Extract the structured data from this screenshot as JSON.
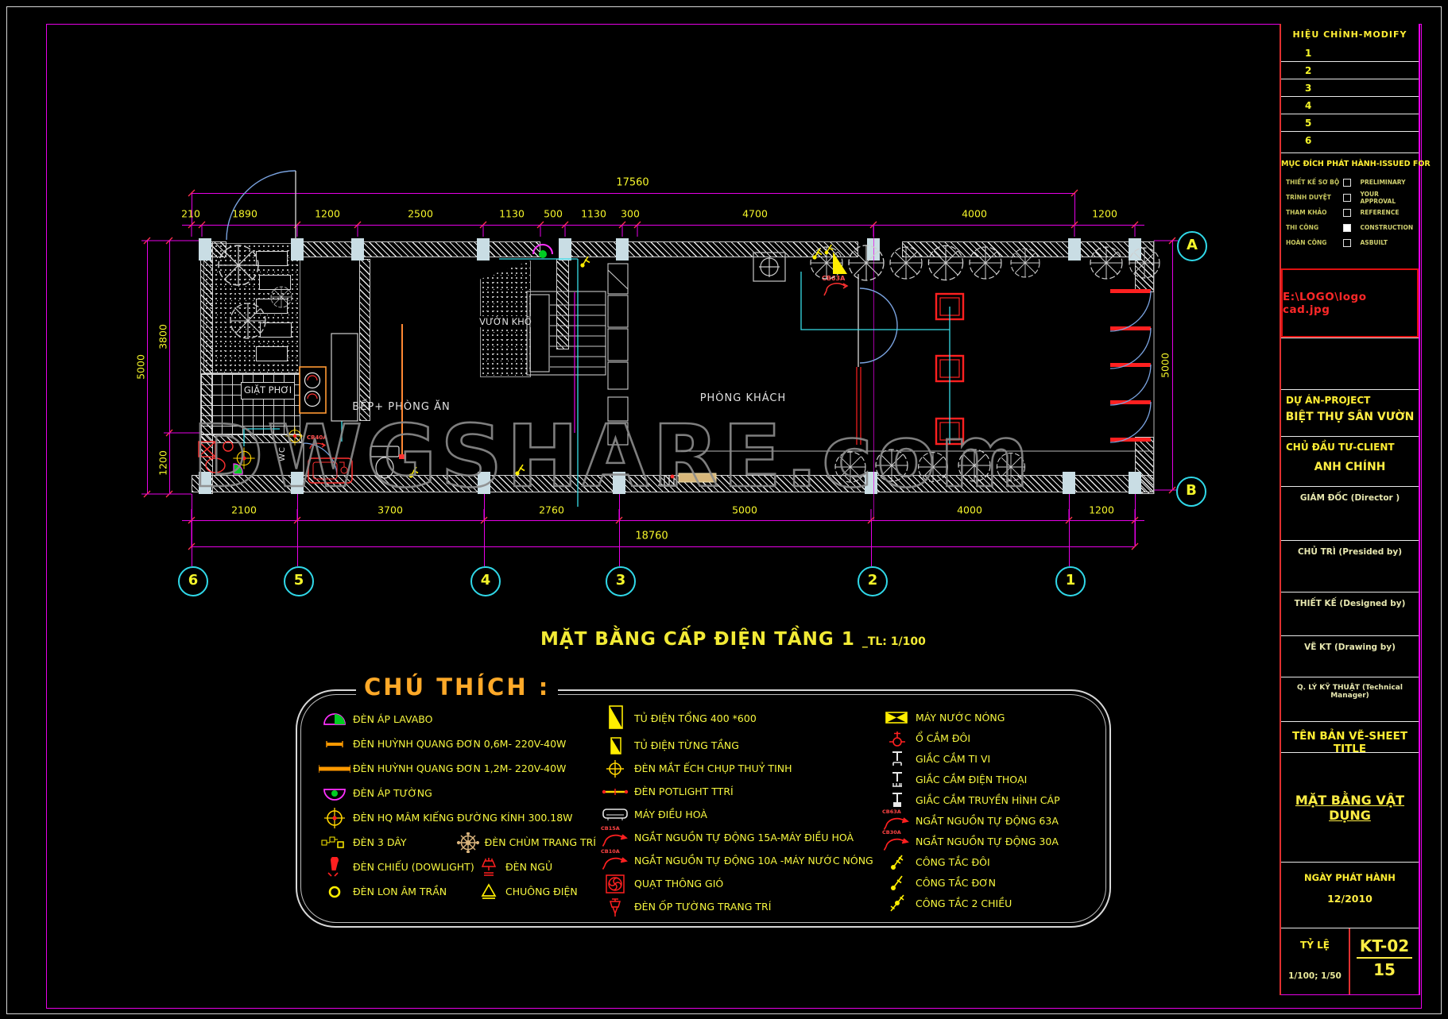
{
  "colors": {
    "dim_magenta": "#e800e8",
    "text_yellow": "#f5f52a",
    "legend_yellow": "#f7f73f",
    "legend_header_orange": "#ffa928",
    "bubble_cyan": "#30d8e8",
    "cad_red": "#ff2020",
    "wall_white": "#e8e8e8",
    "wire_cyan": "#38dce8",
    "lamp_green": "#00cc22",
    "wood_tan": "#d8b77a",
    "watermark_gray": "#8c8c8c",
    "title_block_red": "#e03030"
  },
  "watermark": "DWGSHARE.com",
  "drawing_title": {
    "text": "MẶT BẰNG CẤP ĐIỆN TẦNG 1",
    "scale_note": "_TL: 1/100"
  },
  "plan": {
    "rooms": {
      "laundry": "GIẶT PHƠI",
      "kitchen": "BẾP+ PHÒNG ĂN",
      "dry_garden": "VƯỜN KHÔ",
      "living_room": "PHÒNG KHÁCH",
      "wc": "WC"
    },
    "dims": {
      "top_total": "17560",
      "top": [
        "210",
        "1890",
        "1200",
        "2500",
        "1130",
        "500",
        "1130",
        "300",
        "4700",
        "4000",
        "1200"
      ],
      "bottom": [
        "2100",
        "3700",
        "2760",
        "5000",
        "4000",
        "1200"
      ],
      "bottom_total": "18760",
      "left_overall": "5000",
      "left_upper": "3800",
      "left_lower": "1200",
      "right_overall": "5000"
    },
    "grid": {
      "cols": [
        "6",
        "5",
        "4",
        "3",
        "2",
        "1"
      ],
      "rows": [
        "A",
        "B"
      ]
    },
    "annotations": {
      "breaker_main": "CB63A",
      "breaker_wc": "CB40A"
    }
  },
  "legend": {
    "header": "CHÚ THÍCH :",
    "col1": [
      {
        "icon": "lavabo-light-icon",
        "label": "ĐÈN ÁP LAVABO"
      },
      {
        "icon": "fluorescent-short-icon",
        "label": "ĐÈN HUỲNH QUANG ĐƠN 0,6M- 220V-40W"
      },
      {
        "icon": "fluorescent-long-icon",
        "label": "ĐÈN HUỲNH QUANG ĐƠN 1,2M- 220V-40W"
      },
      {
        "icon": "wall-press-light-icon",
        "label": "ĐÈN ÁP TƯỜNG"
      },
      {
        "icon": "mirror-dome-light-icon",
        "label": "ĐÈN HQ MÂM KIẾNG ĐƯỜNG KÍNH 300.18W"
      },
      {
        "icon": "three-wire-light-icon",
        "label": "ĐÈN 3 DÂY",
        "icon2": "chandelier-icon",
        "label2": "ĐÈN CHÙM TRANG TRÍ"
      },
      {
        "icon": "downlight-icon",
        "label": "ĐÈN CHIẾU (DOWLIGHT)",
        "icon2": "bed-lamp-icon",
        "label2": "ĐÈN NGỦ"
      },
      {
        "icon": "recessed-can-light-icon",
        "label": "ĐÈN LON ÂM TRẦN",
        "icon2": "door-bell-icon",
        "label2": "CHUÔNG ĐIỆN"
      }
    ],
    "col2": [
      {
        "icon": "main-panel-icon",
        "label": "TỦ ĐIỆN TỔNG 400 *600"
      },
      {
        "icon": "floor-panel-icon",
        "label": "TỦ ĐIỆN TỪNG TẦNG"
      },
      {
        "icon": "frog-eye-light-icon",
        "label": "ĐÈN MẮT ẾCH CHỤP THUỶ TINH"
      },
      {
        "icon": "potlight-icon",
        "label": "ĐÈN POTLIGHT TTRÍ"
      },
      {
        "icon": "air-conditioner-icon",
        "label": "MÁY ĐIỀU HOÀ"
      },
      {
        "icon": "breaker-icon",
        "tag": "CB15A",
        "label": "NGẮT NGUỒN TỰ ĐỘNG 15A-MÁY ĐIỀU HOÀ"
      },
      {
        "icon": "breaker-icon",
        "tag": "CB10A",
        "label": "NGẮT NGUỒN TỰ ĐỘNG 10A -MÁY NƯỚC NÓNG"
      },
      {
        "icon": "exhaust-fan-icon",
        "label": "QUẠT THÔNG GIÓ"
      },
      {
        "icon": "wall-sconce-icon",
        "label": "ĐÈN ỐP TƯỜNG TRANG TRÍ"
      }
    ],
    "col3": [
      {
        "icon": "water-heater-icon",
        "label": "MÁY NƯỚC NÓNG"
      },
      {
        "icon": "double-socket-icon",
        "label": "Ổ CẮM ĐÔI"
      },
      {
        "icon": "tv-jack-icon",
        "label": "GIẮC CẮM TI VI"
      },
      {
        "icon": "phone-jack-icon",
        "label": "GIẮC CẮM ĐIỆN THOẠI"
      },
      {
        "icon": "cable-tv-jack-icon",
        "label": "GIẮC CẮM TRUYỀN HÌNH CÁP"
      },
      {
        "icon": "breaker-icon",
        "tag": "CB63A",
        "label": "NGẮT NGUỒN TỰ ĐỘNG 63A"
      },
      {
        "icon": "breaker-icon",
        "tag": "CB30A",
        "label": "NGẮT NGUỒN TỰ ĐỘNG 30A"
      },
      {
        "icon": "double-switch-icon",
        "label": "CÔNG TẮC ĐÔI"
      },
      {
        "icon": "single-switch-icon",
        "label": "CÔNG TẮC ĐƠN"
      },
      {
        "icon": "two-way-switch-icon",
        "label": "CÔNG TẮC 2 CHIỀU"
      }
    ]
  },
  "title_block": {
    "modify_header": "HIỆU CHỈNH-MODIFY",
    "modify_rows": [
      "1",
      "2",
      "3",
      "4",
      "5",
      "6"
    ],
    "issued_header": "MỤC ĐÍCH PHÁT HÀNH-ISSUED FOR",
    "issued_rows": [
      {
        "vi": "THIẾT KẾ SƠ BỘ",
        "en": "PRELIMINARY",
        "checked": false
      },
      {
        "vi": "TRÌNH DUYỆT",
        "en": "YOUR APPROVAL",
        "checked": false
      },
      {
        "vi": "THAM KHẢO",
        "en": "REFERENCE",
        "checked": false
      },
      {
        "vi": "THI CÔNG",
        "en": "CONSTRUCTION",
        "checked": true
      },
      {
        "vi": "HOÀN CÔNG",
        "en": "ASBUILT",
        "checked": false
      }
    ],
    "logo_path": "E:\\LOGO\\logo cad.jpg",
    "project_label": "DỰ ÁN-PROJECT",
    "project_value": "BIỆT THỰ SÂN VƯỜN",
    "client_label": "CHỦ ĐẦU TƯ-CLIENT",
    "client_value": "ANH CHÍNH",
    "signers": [
      "GIÁM ĐỐC  (Director )",
      "CHỦ TRÌ (Presided by)",
      "THIẾT KẾ (Designed by)",
      "VẼ KT (Drawing by)",
      "Q. LÝ KỸ THUẬT (Technical Manager)"
    ],
    "sheet_title_label": "TÊN BẢN VẼ-SHEET TITLE",
    "sheet_title": "MẶT BẰNG VẬT DỤNG",
    "date_label": "NGÀY PHÁT HÀNH",
    "date_value": "12/2010",
    "scale_label": "TỶ LỆ",
    "scale_value": "1/100; 1/50",
    "sheet_no": "KT-02",
    "sheet_count": "15"
  }
}
